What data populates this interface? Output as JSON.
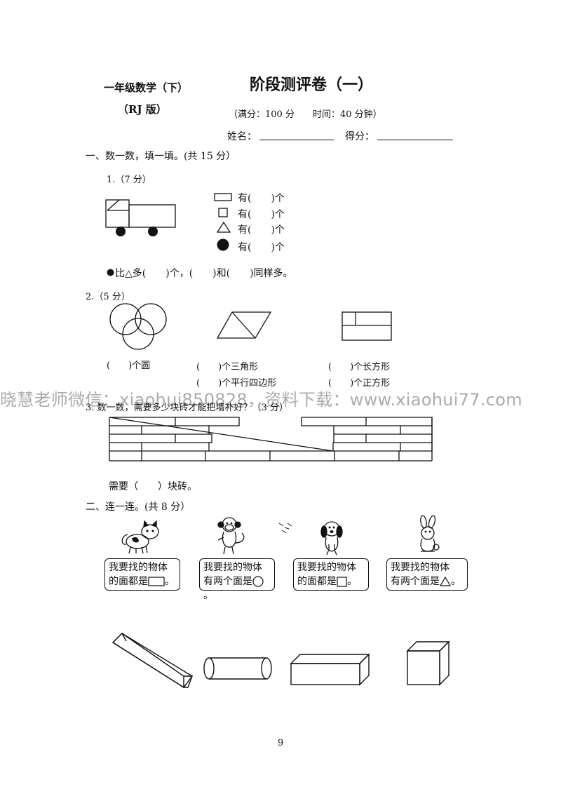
{
  "header": {
    "subject": "一年级数学（下）",
    "edition": "（RJ 版）",
    "title": "阶段测评卷（一）",
    "score_time": "（满分：100 分　　时间：40 分钟）",
    "name_label": "姓名：",
    "score_label": "得分："
  },
  "section1": {
    "heading": "一、数一数，填一填。(共 15 分）",
    "q1": {
      "label": "1.（7 分）",
      "rows": [
        "有(　　)个",
        "有(　　)个",
        "有(　　)个",
        "有(　　)个"
      ],
      "compare_prefix": "比△多(　　)个，(　　)和(　　)同样多。"
    },
    "q2": {
      "label": "2.（5 分）",
      "blank_circles": "(　　)个圆",
      "blank_triangles": "(　　)个三角形",
      "blank_parallelograms": "(　　)个平行四边形",
      "blank_rectangles": "(　　)个长方形",
      "blank_squares": "(　　)个正方形"
    },
    "q3": {
      "label": "3. 数一数，需要多少块砖才能把墙补好？（3 分）",
      "answer": "需要（　　）块砖。"
    }
  },
  "section2": {
    "heading": "二、连一连。(共 8 分）",
    "bubbles": [
      {
        "line1": "我要找的物体",
        "line2": "的面都是"
      },
      {
        "line1": "我要找的物体",
        "line2": "有两个面是"
      },
      {
        "line1": "我要找的物体",
        "line2": "的面都是"
      },
      {
        "line1": "我要找的物体",
        "line2": "有两个面是"
      }
    ]
  },
  "watermark": "晓慧老师微信：xiaohui850828，资料下载：www.xiaohui77.com",
  "page_number": "9"
}
